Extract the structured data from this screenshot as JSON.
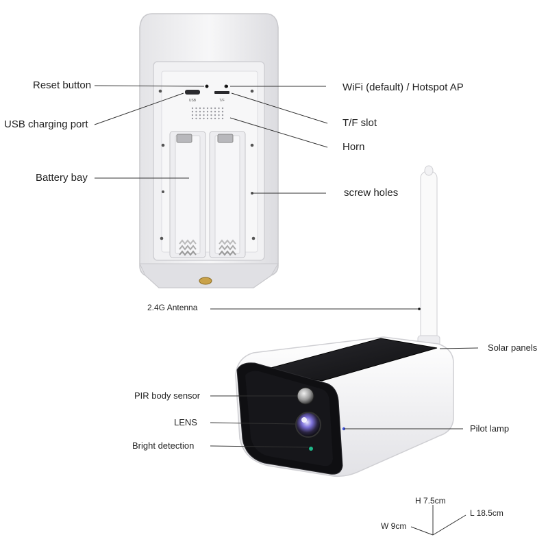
{
  "device_labels": {
    "usb_mark": "USB",
    "tf_mark": "T/F"
  },
  "callouts": {
    "reset_button": "Reset button",
    "wifi": "WiFi (default) / Hotspot AP",
    "usb_port": "USB charging port",
    "tf_slot": "T/F slot",
    "horn": "Horn",
    "battery_bay": "Battery bay",
    "screw_holes": "screw holes",
    "antenna": "2.4G Antenna",
    "solar_panels": "Solar panels",
    "pir_sensor": "PIR body sensor",
    "lens": "LENS",
    "pilot_lamp": "Pilot lamp",
    "bright_detection": "Bright detection"
  },
  "dimensions": {
    "height": "H 7.5cm",
    "length": "L 18.5cm",
    "width": "W  9cm"
  },
  "colors": {
    "housing": "#f2f2f4",
    "panel": "#1a1a1c",
    "line": "#333333"
  }
}
